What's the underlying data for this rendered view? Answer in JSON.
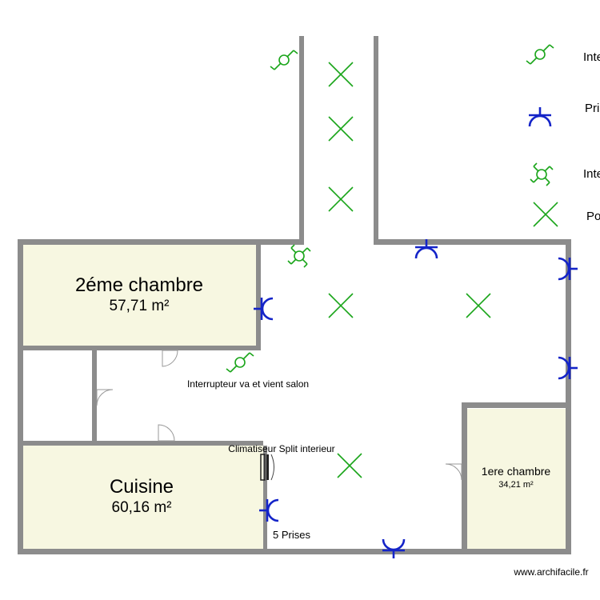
{
  "rooms": [
    {
      "name": "2éme chambre",
      "area": "57,71 m²"
    },
    {
      "name": "Cuisine",
      "area": "60,16 m²"
    },
    {
      "name": "1ere chambre",
      "area": "34,21 m²"
    }
  ],
  "labels": {
    "switch_note": "Interrupteur va et vient salon",
    "ac_note": "Climatiseur Split interieur",
    "outlets_note": "5 Prises"
  },
  "legend": [
    {
      "symbol": "single-switch-icon",
      "label": "Inte"
    },
    {
      "symbol": "outlet-icon",
      "label": "Pri"
    },
    {
      "symbol": "two-way-switch-icon",
      "label": "Inte"
    },
    {
      "symbol": "light-point-icon",
      "label": "Po"
    }
  ],
  "watermark": "www.archifacile.fr",
  "colors": {
    "wall": "#8c8c8c",
    "room_fill": "#f7f7e1",
    "outlet": "#1424c8",
    "switch": "#1aa51a"
  }
}
